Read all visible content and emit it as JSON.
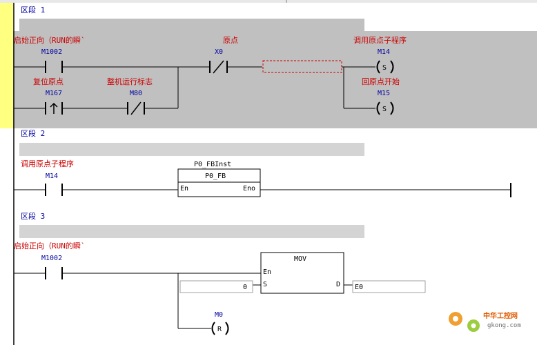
{
  "segments": [
    {
      "title": "区段 1",
      "rung1": {
        "comment": "启始正向（RUN的瞬`",
        "address": "M1002",
        "contact2_comment": "原点",
        "contact2_address": "X0",
        "coil_comment": "调用原点子程序",
        "coil_address": "M14",
        "coil_symbol": "S"
      },
      "rung2": {
        "comment": "复位原点",
        "address": "M167",
        "contact2_comment": "整机运行标志",
        "contact2_address": "M80",
        "coil_comment": "回原点开始",
        "coil_address": "M15",
        "coil_symbol": "S"
      }
    },
    {
      "title": "区段 2",
      "rung1": {
        "comment": "调用原点子程序",
        "address": "M14",
        "instance_name": "P0_FBInst",
        "block_name": "P0_FB",
        "pin_en": "En",
        "pin_eno": "Eno"
      }
    },
    {
      "title": "区段 3",
      "rung1": {
        "comment": "启始正向（RUN的瞬`",
        "address": "M1002",
        "block_name": "MOV",
        "pin_en": "En",
        "pin_s": "S",
        "pin_d": "D",
        "source_value": "0",
        "dest_value": "E0"
      },
      "rung2": {
        "coil_address": "M0",
        "coil_symbol": "R"
      }
    }
  ],
  "watermark": {
    "text": "中华工控网",
    "url": "gkong.com"
  },
  "colors": {
    "selected_bar": "#ffff80",
    "segment_bg": "#c0c0c0",
    "comment_bar": "#d4d4d4",
    "address": "#0000a0",
    "comment": "#cc0000",
    "watermark": "#e05a00"
  }
}
